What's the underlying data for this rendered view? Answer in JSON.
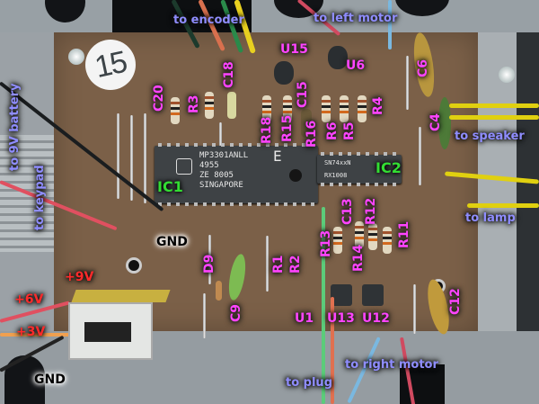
{
  "board": {
    "sticker_number": "15",
    "background_color": "#7b6048"
  },
  "chips": {
    "ic1": {
      "label": "IC1",
      "marking_line1": "MP3301ANLL",
      "marking_suffix": "E",
      "marking_line2": "4955",
      "marking_line3": "ZE 8005",
      "marking_line4": "SINGAPORE"
    },
    "ic2": {
      "label": "IC2",
      "marking_line1": "SN74xxN",
      "marking_line2": "RX1008"
    }
  },
  "component_labels": {
    "c20": "C20",
    "r3": "R3",
    "c18": "C18",
    "u15": "U15",
    "u6": "U6",
    "c6": "C6",
    "r18": "R18",
    "r15": "R15",
    "c15": "C15",
    "r16": "R16",
    "r6": "R6",
    "r5": "R5",
    "r4": "R4",
    "c4": "C4",
    "c13": "C13",
    "r12": "R12",
    "r13": "R13",
    "r14": "R14",
    "r11": "R11",
    "d9": "D9",
    "c9": "C9",
    "r1": "R1",
    "r2": "R2",
    "u1": "U1",
    "u13": "U13",
    "u12": "U12",
    "c12": "C12"
  },
  "connection_labels": {
    "encoder": "to encoder",
    "left_motor": "to left motor",
    "speaker": "to speaker",
    "lamp": "to lamp",
    "battery": "to 9V battery",
    "keypad": "to keypad",
    "right_motor": "to right motor",
    "plug": "to plug"
  },
  "power_labels": {
    "gnd_board": "GND",
    "v9": "+9V",
    "v6": "+6V",
    "v3": "+3V",
    "gnd_switch": "GND"
  },
  "colors": {
    "component_label": "#ff44ff",
    "connection_label": "#8f8dff",
    "ic_label": "#33dd33",
    "voltage_label": "#ff2a2a"
  }
}
